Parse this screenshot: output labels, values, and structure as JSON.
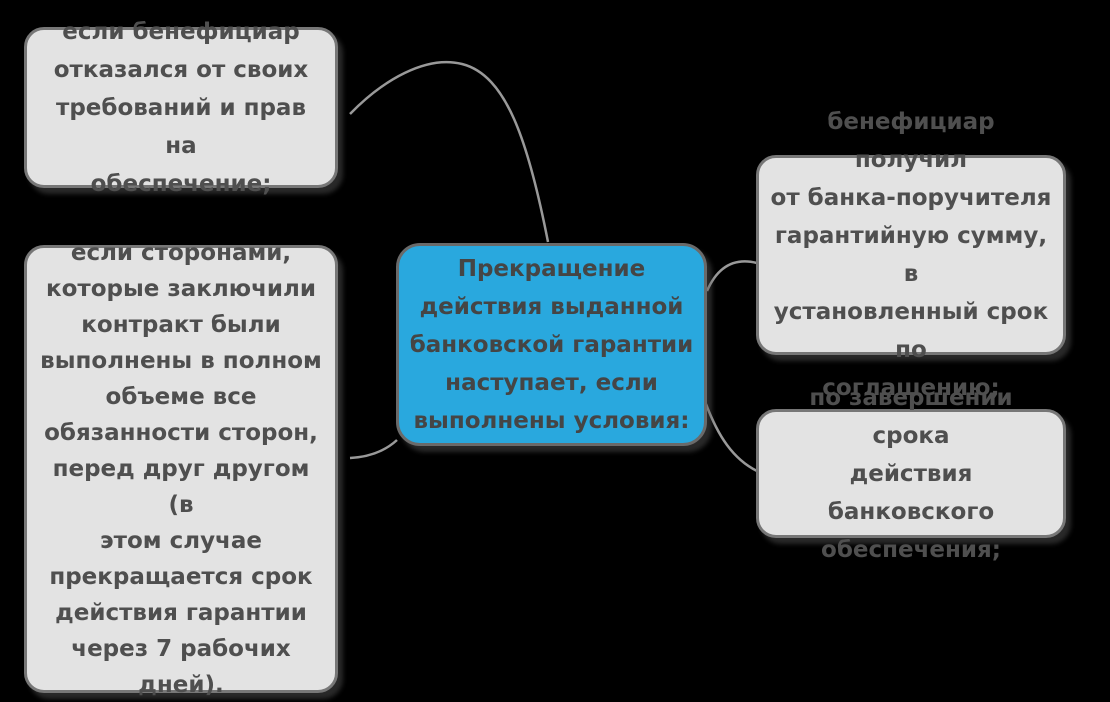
{
  "diagram": {
    "center": {
      "text": "Прекращение\nдействия выданной\nбанковской гарантии\nнаступает, если\nвыполнены условия:"
    },
    "branches": {
      "refused": {
        "text": "если бенефициар\nотказался от своих\nтребований и прав на\nобеспечение;"
      },
      "parties": {
        "text": "если сторонами,\nкоторые заключили\nконтракт были\nвыполнены в полном\nобъеме все\nобязанности сторон,\nперед друг другом (в\nэтом случае\nпрекращается срок\nдействия гарантии\nчерез 7 рабочих\nдней)."
      },
      "received": {
        "text": "бенефициар получил\nот банка-поручителя\nгарантийную сумму, в\nустановленный срок по\nсоглашению;"
      },
      "expired": {
        "text": "по завершении срока\nдействия банковского\nобеспечения;"
      }
    },
    "colors": {
      "background": "#000000",
      "center_fill": "#29A8DE",
      "branch_fill": "#E3E3E3",
      "border": "#777777",
      "text": "#4F4F4F",
      "connector": "#999999"
    }
  }
}
